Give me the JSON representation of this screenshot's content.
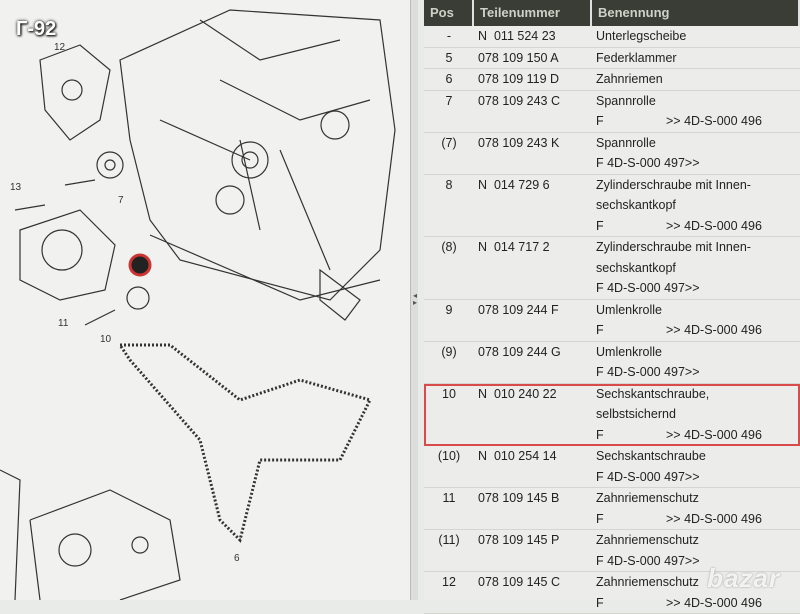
{
  "overlay_tag": "Г-92",
  "watermark": "bazar",
  "diagram": {
    "callouts": [
      "12",
      "13",
      "7",
      "11",
      "10",
      "6"
    ]
  },
  "table": {
    "headers": {
      "pos": "Pos",
      "part": "Teilenummer",
      "name": "Benennung"
    },
    "selected_index": 9,
    "rows": [
      {
        "pos": "-",
        "part": "N  011 524 23",
        "name": [
          "Unterlegscheibe"
        ]
      },
      {
        "pos": "5",
        "part": "078 109 150 A",
        "name": [
          "Federklammer"
        ]
      },
      {
        "pos": "6",
        "part": "078 109 119 D",
        "name": [
          "Zahnriemen"
        ]
      },
      {
        "pos": "7",
        "part": "078 109 243 C",
        "name": [
          "Spannrolle"
        ],
        "f": "F",
        "code": ">> 4D-S-000 496"
      },
      {
        "pos": "(7)",
        "part": "078 109 243 K",
        "name": [
          "Spannrolle"
        ],
        "f": "F 4D-S-000 497>>"
      },
      {
        "pos": "8",
        "part": "N  014 729 6",
        "name": [
          "Zylinderschraube mit Innen-",
          "sechskantkopf"
        ],
        "f": "F",
        "code": ">> 4D-S-000 496"
      },
      {
        "pos": "(8)",
        "part": "N  014 717 2",
        "name": [
          "Zylinderschraube mit Innen-",
          "sechskantkopf"
        ],
        "f": "F 4D-S-000 497>>"
      },
      {
        "pos": "9",
        "part": "078 109 244 F",
        "name": [
          "Umlenkrolle"
        ],
        "f": "F",
        "code": ">> 4D-S-000 496"
      },
      {
        "pos": "(9)",
        "part": "078 109 244 G",
        "name": [
          "Umlenkrolle"
        ],
        "f": "F 4D-S-000 497>>"
      },
      {
        "pos": "10",
        "part": "N  010 240 22",
        "name": [
          "Sechskantschraube,",
          "selbstsichernd"
        ],
        "f": "F",
        "code": ">> 4D-S-000 496"
      },
      {
        "pos": "(10)",
        "part": "N  010 254 14",
        "name": [
          "Sechskantschraube"
        ],
        "f": "F 4D-S-000 497>>"
      },
      {
        "pos": "11",
        "part": "078 109 145 B",
        "name": [
          "Zahnriemenschutz"
        ],
        "f": "F",
        "code": ">> 4D-S-000 496"
      },
      {
        "pos": "(11)",
        "part": "078 109 145 P",
        "name": [
          "Zahnriemenschutz"
        ],
        "f": "F 4D-S-000 497>>"
      },
      {
        "pos": "12",
        "part": "078 109 145 C",
        "name": [
          "Zahnriemenschutz"
        ],
        "f": "F",
        "code": ">> 4D-S-000 496"
      }
    ]
  }
}
